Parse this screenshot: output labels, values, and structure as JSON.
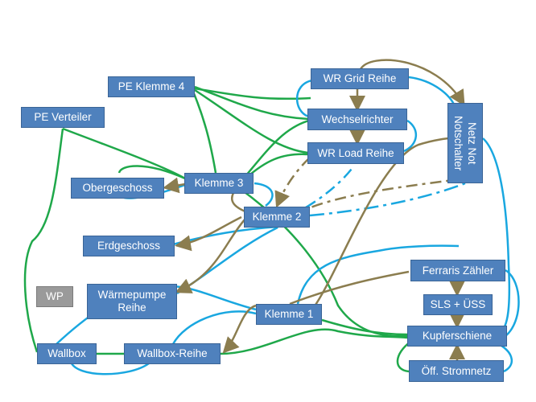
{
  "nodes": {
    "pe_klemme_4": "PE Klemme 4",
    "pe_verteiler": "PE Verteiler",
    "wr_grid_reihe": "WR Grid Reihe",
    "wechselrichter": "Wechselrichter",
    "wr_load_reihe": "WR Load Reihe",
    "netz_notschalter": "Netz   Not\nNotschalter",
    "obergeschoss": "Obergeschoss",
    "klemme_3": "Klemme 3",
    "klemme_2": "Klemme 2",
    "erdgeschoss": "Erdgeschoss",
    "ferraris": "Ferraris Zähler",
    "wp": "WP",
    "waermepumpe": "Wärmepumpe\nReihe",
    "sls": "SLS + ÜSS",
    "klemme_1": "Klemme 1",
    "kupferschiene": "Kupferschiene",
    "wallbox": "Wallbox",
    "wallbox_reihe": "Wallbox-Reihe",
    "stromnetz": "Öff. Stromnetz"
  },
  "colors": {
    "node_fill": "#4f81bd",
    "wp_fill": "#9a9a9a",
    "line_green": "#1fa84a",
    "line_blue": "#19a7e0",
    "line_brown": "#8b7d4f"
  }
}
